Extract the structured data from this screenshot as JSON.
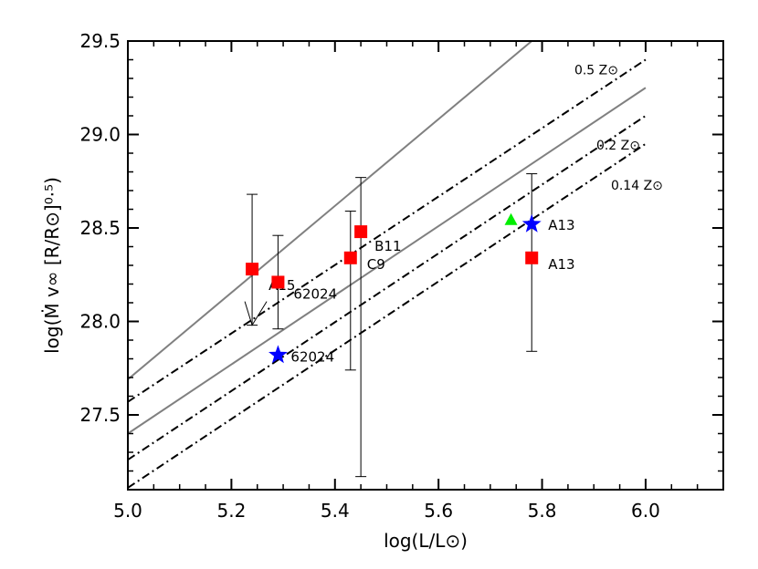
{
  "chart_data": {
    "type": "scatter",
    "xlabel": "log(L/L⊙)",
    "ylabel": "log(Ṁ v∞ [R/R⊙]⁰⋅⁵)",
    "xlim": [
      5.0,
      6.15
    ],
    "ylim": [
      27.1,
      29.5
    ],
    "xticks": [
      5.0,
      5.2,
      5.4,
      5.6,
      5.8,
      6.0
    ],
    "yticks": [
      27.5,
      28.0,
      28.5,
      29.0,
      29.5
    ],
    "x_tick_labels": [
      "5.0",
      "5.2",
      "5.4",
      "5.6",
      "5.8",
      "6.0"
    ],
    "y_tick_labels": [
      "27.5",
      "28.0",
      "28.5",
      "29.0",
      "29.5"
    ],
    "relations": [
      {
        "style": "solid",
        "x": [
          5.0,
          5.78
        ],
        "y": [
          27.69,
          29.5
        ]
      },
      {
        "style": "dashdot",
        "x": [
          5.0,
          6.0
        ],
        "y": [
          27.57,
          29.4
        ],
        "label": "0.5 Z⊙"
      },
      {
        "style": "solid",
        "x": [
          5.0,
          6.0
        ],
        "y": [
          27.4,
          29.25
        ]
      },
      {
        "style": "dashdot",
        "x": [
          5.0,
          6.0
        ],
        "y": [
          27.26,
          29.1
        ],
        "label": "0.2 Z⊙"
      },
      {
        "style": "dashdot",
        "x": [
          5.0,
          6.0
        ],
        "y": [
          27.11,
          28.95
        ],
        "label": "0.14 Z⊙"
      }
    ],
    "points": [
      {
        "marker": "square",
        "color": "#ff0000",
        "x": 5.24,
        "y": 28.28,
        "yerr": [
          27.98,
          28.68
        ],
        "upper_limit": true,
        "label": "A15"
      },
      {
        "marker": "square",
        "color": "#ff0000",
        "x": 5.29,
        "y": 28.21,
        "yerr": [
          27.96,
          28.46
        ],
        "label": "62024"
      },
      {
        "marker": "square",
        "color": "#ff0000",
        "x": 5.43,
        "y": 28.34,
        "yerr": [
          27.74,
          28.59
        ],
        "label": "C9"
      },
      {
        "marker": "square",
        "color": "#ff0000",
        "x": 5.45,
        "y": 28.48,
        "yerr": [
          27.17,
          28.77
        ],
        "label": "B11"
      },
      {
        "marker": "square",
        "color": "#ff0000",
        "x": 5.78,
        "y": 28.34,
        "yerr": [
          27.84,
          28.79
        ],
        "label": "A13"
      },
      {
        "marker": "star",
        "color": "#0000ff",
        "x": 5.29,
        "y": 27.82,
        "label": "62024"
      },
      {
        "marker": "star",
        "color": "#0000ff",
        "x": 5.78,
        "y": 28.52,
        "label": "A13"
      },
      {
        "marker": "triangle",
        "color": "#00ee00",
        "x": 5.74,
        "y": 28.54
      }
    ]
  }
}
